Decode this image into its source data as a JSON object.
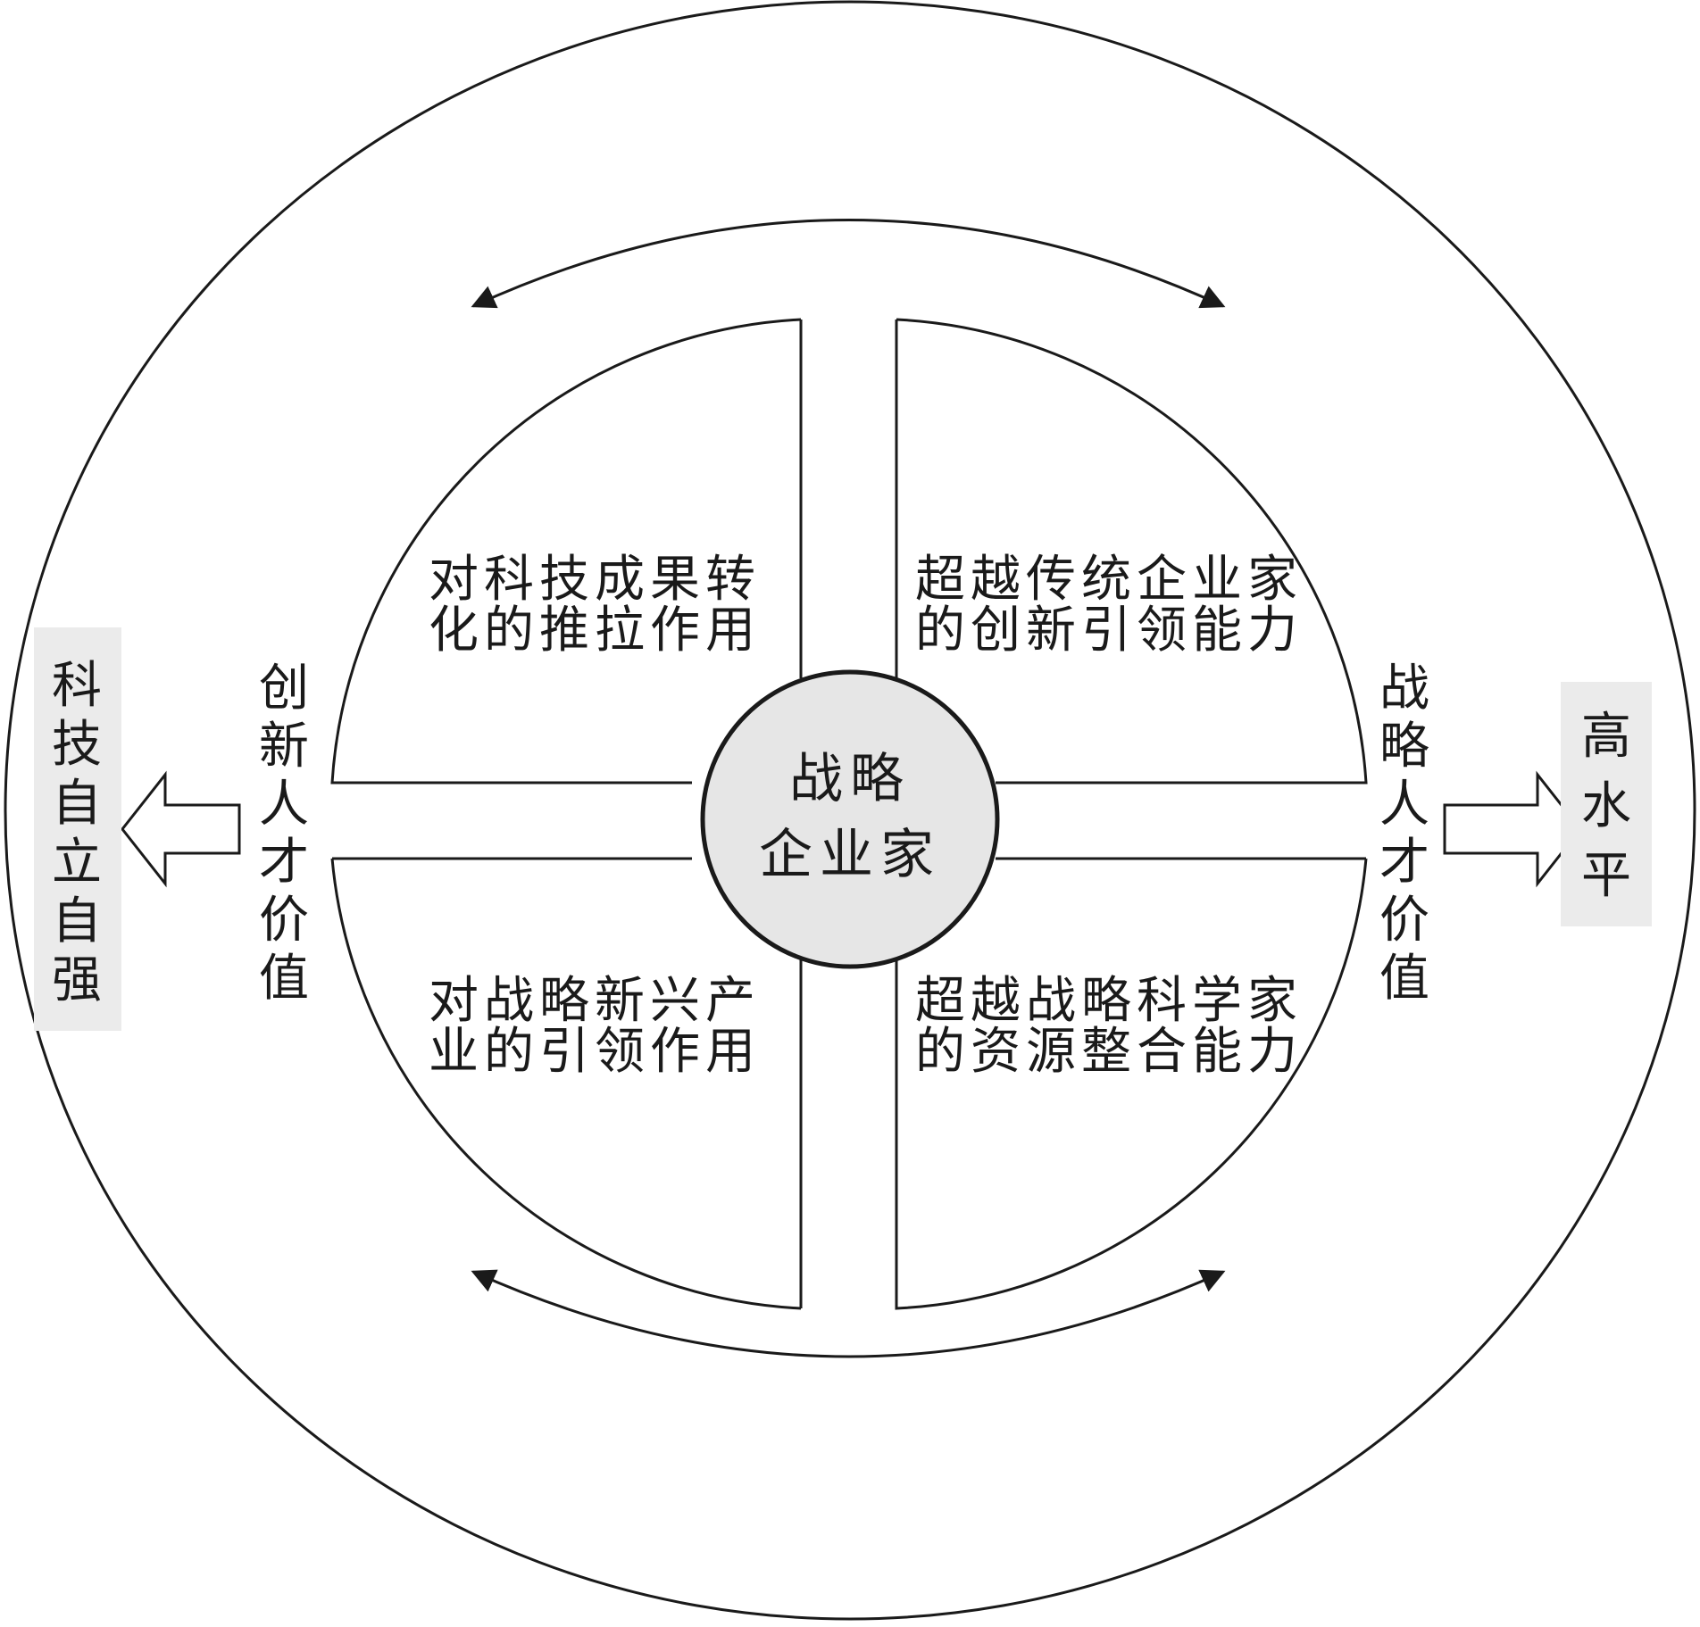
{
  "center": {
    "line1": "战略",
    "line2": "企业家"
  },
  "quadrants": {
    "top_left": {
      "line1": "对科技成果转",
      "line2": "化的推拉作用"
    },
    "top_right": {
      "line1": "超越传统企业家",
      "line2": "的创新引领能力"
    },
    "bottom_left": {
      "line1": "对战略新兴产",
      "line2": "业的引领作用"
    },
    "bottom_right": {
      "line1": "超越战略科学家",
      "line2": "的资源整合能力"
    }
  },
  "side_labels": {
    "left": [
      "创",
      "新",
      "人",
      "才",
      "价",
      "值"
    ],
    "right": [
      "战",
      "略",
      "人",
      "才",
      "价",
      "值"
    ]
  },
  "outcomes": {
    "left": [
      "科",
      "技",
      "自",
      "立",
      "自",
      "强"
    ],
    "right": [
      "高",
      "水",
      "平"
    ]
  },
  "colors": {
    "stroke": "#1a1a1a",
    "center_fill": "#e6e6e6",
    "box_fill": "#ebebeb"
  },
  "icons": {
    "arrow_left": "hollow-arrow-left-icon",
    "arrow_right": "hollow-arrow-right-icon",
    "curved": "curved-double-arrow-icon"
  }
}
